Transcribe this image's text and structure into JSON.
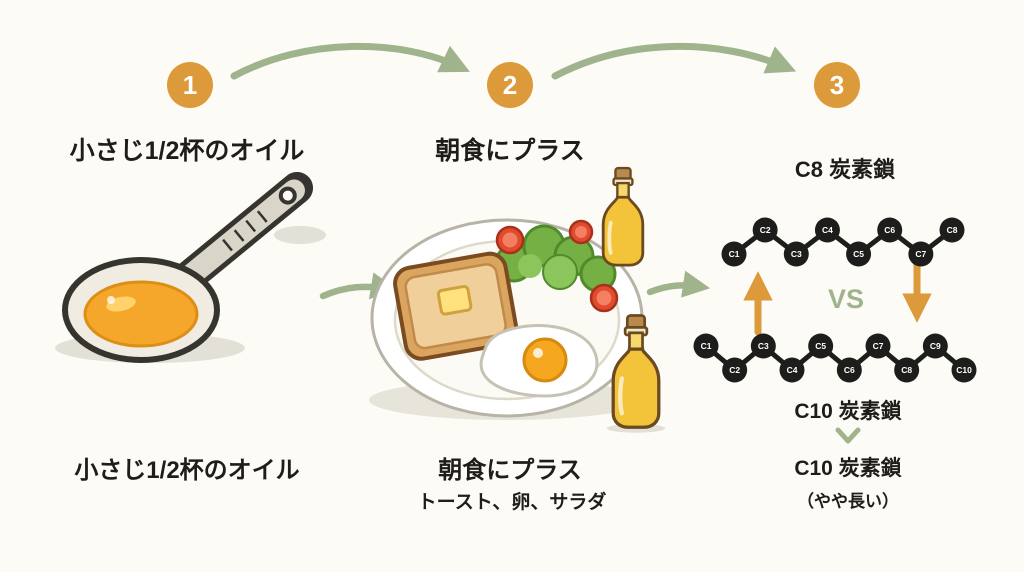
{
  "steps": [
    {
      "number": "1",
      "title": "小さじ1/2杯のオイル",
      "caption": "小さじ1/2杯のオイル"
    },
    {
      "number": "2",
      "title": "朝食にプラス",
      "caption": "朝食にプラス",
      "subcaption": "トースト、卵、サラダ"
    },
    {
      "number": "3",
      "title": "C8 炭素鎖"
    }
  ],
  "comparison": {
    "vs_label": "VS",
    "chain_c8": {
      "label": "C8 炭素鎖",
      "nodes": [
        "C1",
        "C2",
        "C3",
        "C4",
        "C5",
        "C6",
        "C7",
        "C8"
      ]
    },
    "chain_c10": {
      "label": "C10 炭素鎖",
      "nodes": [
        "C1",
        "C2",
        "C3",
        "C4",
        "C5",
        "C6",
        "C7",
        "C8",
        "C9",
        "C10"
      ]
    },
    "result": {
      "label": "C10 炭素鎖",
      "note": "（やや長い）"
    }
  },
  "colors": {
    "accent_orange": "#dd9a3b",
    "sage_green": "#9fb48c",
    "chain_black": "#1d1d1b",
    "oil_yellow": "#f4a72a"
  }
}
